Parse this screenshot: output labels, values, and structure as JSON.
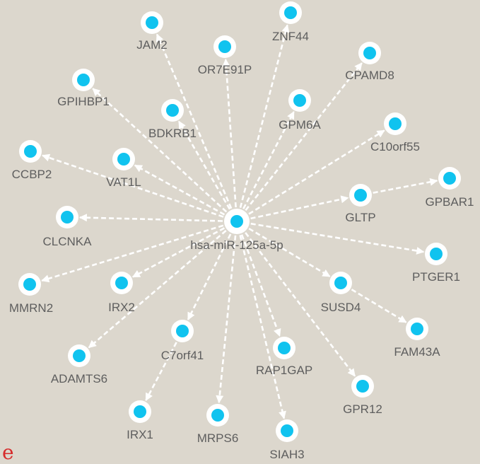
{
  "panel_label": "e",
  "colors": {
    "background": "#dcd7cd",
    "node_fill": "#10c3ef",
    "node_ring": "#ffffff",
    "edge": "#ffffff",
    "label": "#5e5e5e",
    "panel_label": "#d62b2b"
  },
  "hub": {
    "id": "hub",
    "label": "hsa-miR-125a-5p"
  },
  "targets": [
    {
      "id": "JAM2",
      "label": "JAM2"
    },
    {
      "id": "OR7E91P",
      "label": "OR7E91P"
    },
    {
      "id": "ZNF44",
      "label": "ZNF44"
    },
    {
      "id": "CPAMD8",
      "label": "CPAMD8"
    },
    {
      "id": "GPIHBP1",
      "label": "GPIHBP1"
    },
    {
      "id": "BDKRB1",
      "label": "BDKRB1"
    },
    {
      "id": "GPM6A",
      "label": "GPM6A"
    },
    {
      "id": "C10orf55",
      "label": "C10orf55"
    },
    {
      "id": "CCBP2",
      "label": "CCBP2"
    },
    {
      "id": "VAT1L",
      "label": "VAT1L"
    },
    {
      "id": "GLTP",
      "label": "GLTP"
    },
    {
      "id": "GPBAR1",
      "label": "GPBAR1"
    },
    {
      "id": "CLCNKA",
      "label": "CLCNKA"
    },
    {
      "id": "PTGER1",
      "label": "PTGER1"
    },
    {
      "id": "MMRN2",
      "label": "MMRN2"
    },
    {
      "id": "IRX2",
      "label": "IRX2"
    },
    {
      "id": "SUSD4",
      "label": "SUSD4"
    },
    {
      "id": "FAM43A",
      "label": "FAM43A"
    },
    {
      "id": "C7orf41",
      "label": "C7orf41"
    },
    {
      "id": "ADAMTS6",
      "label": "ADAMTS6"
    },
    {
      "id": "RAP1GAP",
      "label": "RAP1GAP"
    },
    {
      "id": "GPR12",
      "label": "GPR12"
    },
    {
      "id": "IRX1",
      "label": "IRX1"
    },
    {
      "id": "MRPS6",
      "label": "MRPS6"
    },
    {
      "id": "SIAH3",
      "label": "SIAH3"
    }
  ],
  "edges": [
    [
      "hub",
      "JAM2"
    ],
    [
      "hub",
      "OR7E91P"
    ],
    [
      "hub",
      "ZNF44"
    ],
    [
      "hub",
      "CPAMD8"
    ],
    [
      "hub",
      "GPIHBP1"
    ],
    [
      "hub",
      "BDKRB1"
    ],
    [
      "hub",
      "GPM6A"
    ],
    [
      "hub",
      "C10orf55"
    ],
    [
      "hub",
      "CCBP2"
    ],
    [
      "hub",
      "VAT1L"
    ],
    [
      "hub",
      "GLTP"
    ],
    [
      "GLTP",
      "GPBAR1"
    ],
    [
      "hub",
      "CLCNKA"
    ],
    [
      "hub",
      "PTGER1"
    ],
    [
      "hub",
      "MMRN2"
    ],
    [
      "hub",
      "IRX2"
    ],
    [
      "hub",
      "SUSD4"
    ],
    [
      "SUSD4",
      "FAM43A"
    ],
    [
      "hub",
      "C7orf41"
    ],
    [
      "hub",
      "ADAMTS6"
    ],
    [
      "hub",
      "RAP1GAP"
    ],
    [
      "hub",
      "GPR12"
    ],
    [
      "C7orf41",
      "IRX1"
    ],
    [
      "hub",
      "MRPS6"
    ],
    [
      "hub",
      "SIAH3"
    ]
  ]
}
